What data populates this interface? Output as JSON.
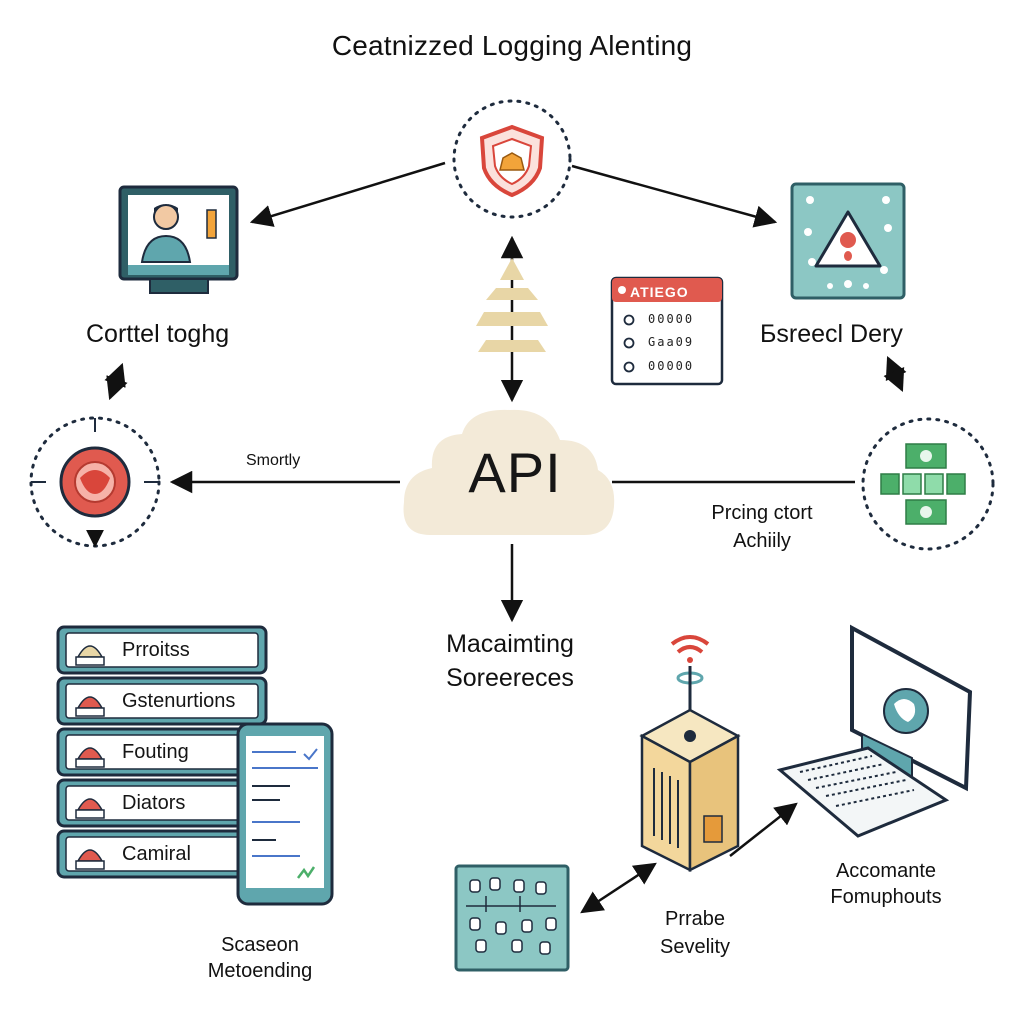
{
  "title": "Ceatnizzed Logging Alenting",
  "center": {
    "label": "API"
  },
  "nodes": {
    "top_left_label": "Corttel toghg",
    "top_right_label": "Бsreecl Dery",
    "left_edge_label": "Smortly",
    "right_edge_label_line1": "Prcing ctort",
    "right_edge_label_line2": "Achiily",
    "bottom_center_label_line1": "Macaimting",
    "bottom_center_label_line2": "Soreereces",
    "bottom_left_label_line1": "Scaseon",
    "bottom_left_label_line2": "Metoending",
    "bottom_mid_label_line1": "Prrabe",
    "bottom_mid_label_line2": "Sevelity",
    "bottom_right_label_line1": "Accomante",
    "bottom_right_label_line2": "Fomuphouts"
  },
  "list": {
    "items": [
      "Prroitss",
      "Gstenurtions",
      "Fouting",
      "Diators",
      "Camiral"
    ]
  },
  "calendar": {
    "header": "ATIEGO",
    "rows": [
      "00000",
      "Gaa09",
      "00000"
    ]
  },
  "colors": {
    "teal": "#5fa6ad",
    "teal_dark": "#2f5f66",
    "red": "#e05a4f",
    "green": "#4caf6a",
    "cream": "#f3ead8",
    "sand": "#e8d6a6",
    "navy": "#1e2b3d"
  }
}
